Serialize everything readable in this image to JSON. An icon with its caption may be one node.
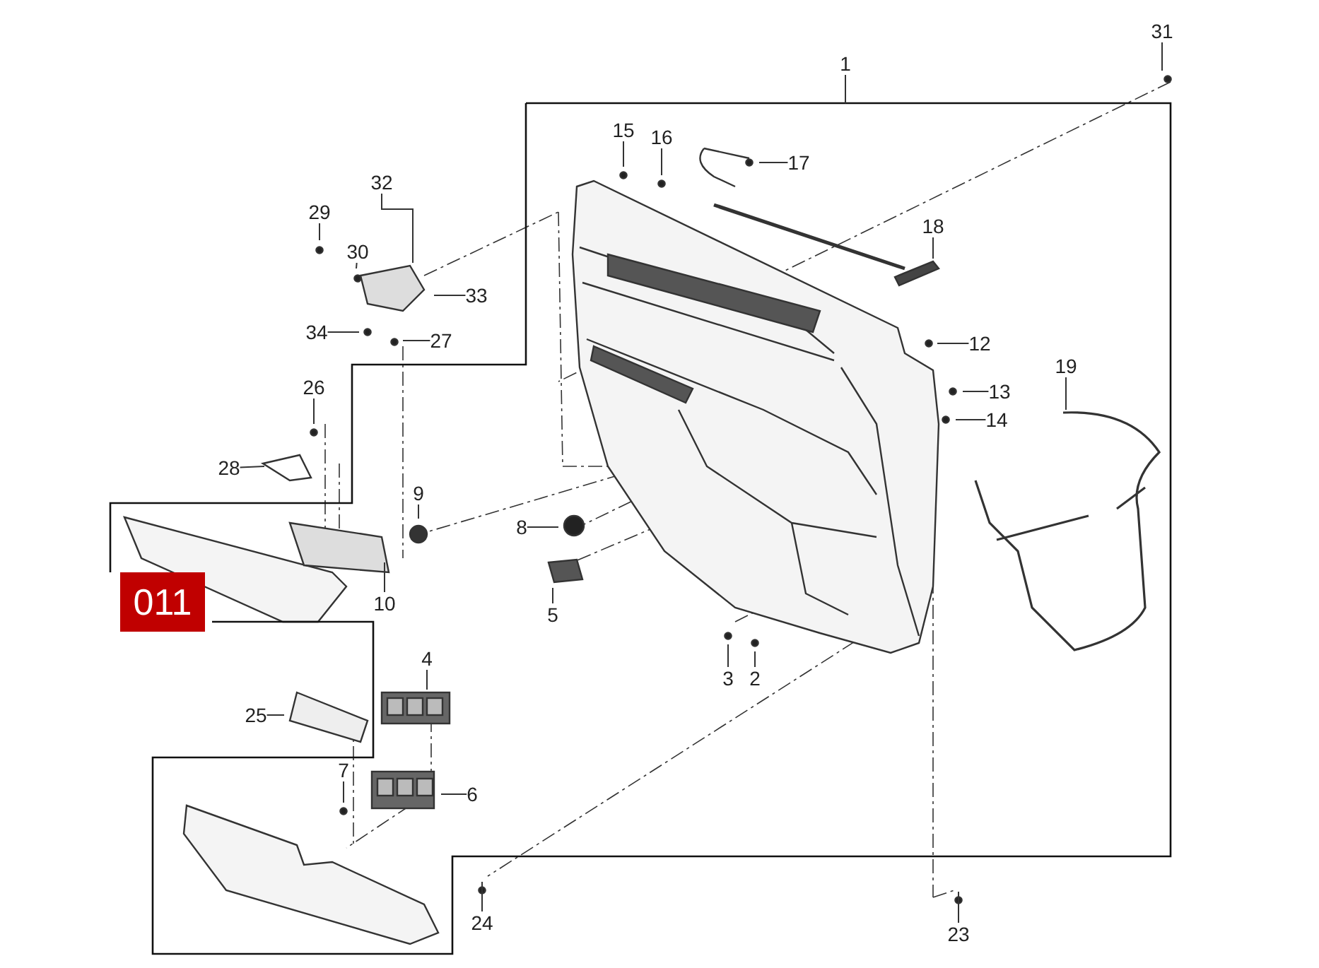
{
  "diagram": {
    "nodes": [
      {
        "text": [
          "31"
        ]
      },
      {
        "text": [
          "1"
        ]
      },
      {
        "text": [
          "15"
        ]
      },
      {
        "text": [
          "16"
        ]
      },
      {
        "text": [
          "17"
        ]
      },
      {
        "text": [
          "32"
        ]
      },
      {
        "text": [
          "29"
        ]
      },
      {
        "text": [
          "30"
        ]
      },
      {
        "text": [
          "18"
        ]
      },
      {
        "text": [
          "33"
        ]
      },
      {
        "text": [
          "34"
        ]
      },
      {
        "text": [
          "27"
        ]
      },
      {
        "text": [
          "12"
        ]
      },
      {
        "text": [
          "19"
        ]
      },
      {
        "text": [
          "26"
        ]
      },
      {
        "text": [
          "13"
        ]
      },
      {
        "text": [
          "14"
        ]
      },
      {
        "text": [
          "28"
        ]
      },
      {
        "text": [
          "9"
        ]
      },
      {
        "text": [
          "8"
        ]
      },
      {
        "text": [
          "011"
        ]
      },
      {
        "text": [
          "10"
        ]
      },
      {
        "text": [
          "5"
        ]
      },
      {
        "text": [
          "4"
        ]
      },
      {
        "text": [
          "3"
        ]
      },
      {
        "text": [
          "2"
        ]
      },
      {
        "text": [
          "25"
        ]
      },
      {
        "text": [
          "7"
        ]
      },
      {
        "text": [
          "6"
        ]
      },
      {
        "text": [
          "24"
        ]
      },
      {
        "text": [
          "23"
        ]
      }
    ],
    "edges": [
      {
        "from": 0,
        "to": null,
        "arrow": "none"
      },
      {
        "from": 1,
        "to": null,
        "arrow": "none"
      },
      {
        "from": 2,
        "to": null,
        "arrow": "none"
      },
      {
        "from": 3,
        "to": null,
        "arrow": "none"
      },
      {
        "from": 4,
        "to": null,
        "arrow": "none"
      },
      {
        "from": 5,
        "to": null,
        "arrow": "none"
      },
      {
        "from": 6,
        "to": null,
        "arrow": "none"
      },
      {
        "from": 7,
        "to": null,
        "arrow": "none"
      },
      {
        "from": 8,
        "to": null,
        "arrow": "none"
      },
      {
        "from": 9,
        "to": null,
        "arrow": "none"
      },
      {
        "from": 10,
        "to": null,
        "arrow": "none"
      },
      {
        "from": 11,
        "to": null,
        "arrow": "none"
      },
      {
        "from": 12,
        "to": null,
        "arrow": "none"
      },
      {
        "from": 13,
        "to": null,
        "arrow": "none"
      },
      {
        "from": 14,
        "to": null,
        "arrow": "none"
      },
      {
        "from": 15,
        "to": null,
        "arrow": "none"
      },
      {
        "from": 16,
        "to": null,
        "arrow": "none"
      },
      {
        "from": 17,
        "to": null,
        "arrow": "none"
      },
      {
        "from": 18,
        "to": null,
        "arrow": "none"
      },
      {
        "from": 19,
        "to": null,
        "arrow": "none"
      },
      {
        "from": 21,
        "to": null,
        "arrow": "none"
      },
      {
        "from": 22,
        "to": null,
        "arrow": "none"
      },
      {
        "from": 23,
        "to": null,
        "arrow": "none"
      },
      {
        "from": 24,
        "to": null,
        "arrow": "none"
      },
      {
        "from": 25,
        "to": null,
        "arrow": "none"
      },
      {
        "from": 26,
        "to": null,
        "arrow": "none"
      },
      {
        "from": 27,
        "to": null,
        "arrow": "none"
      },
      {
        "from": 28,
        "to": null,
        "arrow": "none"
      },
      {
        "from": 29,
        "to": null,
        "arrow": "none"
      },
      {
        "from": 30,
        "to": null,
        "arrow": "none"
      }
    ]
  }
}
